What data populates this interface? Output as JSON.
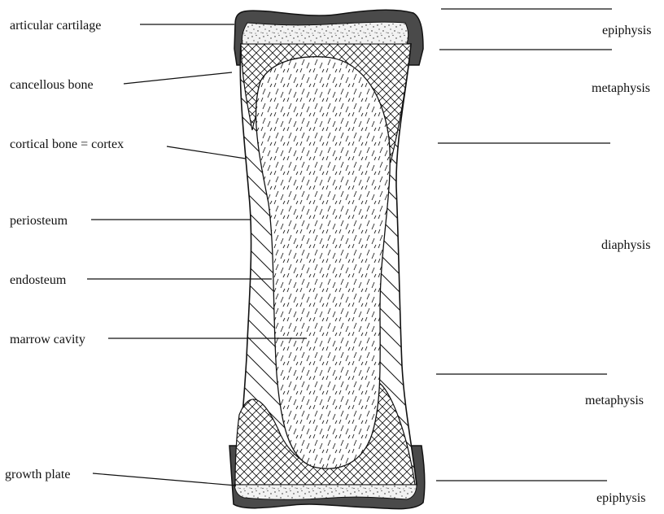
{
  "labels": {
    "articular_cartilage": "articular cartilage",
    "cancellous_bone": "cancellous bone",
    "cortical_bone": "cortical bone = cortex",
    "periosteum": "periosteum",
    "endosteum": "endosteum",
    "marrow_cavity": "marrow cavity",
    "growth_plate": "growth plate"
  },
  "regions": {
    "epiphysis_top": "epiphysis",
    "metaphysis_top": "metaphysis",
    "diaphysis": "diaphysis",
    "metaphysis_bottom": "metaphysis",
    "epiphysis_bottom": "epiphysis"
  },
  "colors": {
    "ink": "#111111",
    "cartilage": "#4a4a4a",
    "epiphysis_fill": "#f2f2f2",
    "background": "#ffffff"
  }
}
